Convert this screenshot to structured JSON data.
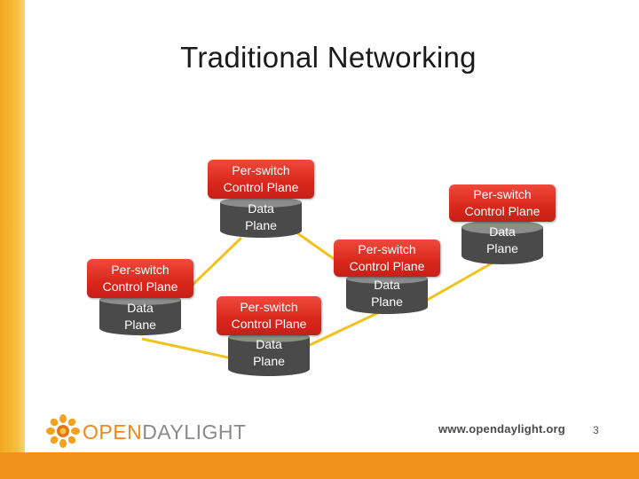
{
  "slide": {
    "title": "Traditional Networking",
    "page_number": "3",
    "website": "www.opendaylight.org",
    "logo": {
      "part1": "OPEN",
      "part2": "DAYLIGHT"
    }
  },
  "colors": {
    "accent_orange": "#f0921c",
    "side_bar_yellow": "#f6c040",
    "control_plane_red": "#d9271c",
    "data_plane_gray": "#4a4a4a",
    "link_yellow": "#f2c21c"
  },
  "nodes": [
    {
      "id": "n1",
      "control_label_1": "Per-switch",
      "control_label_2": "Control Plane",
      "data_label_1": "Data",
      "data_label_2": "Plane"
    },
    {
      "id": "n2",
      "control_label_1": "Per-switch",
      "control_label_2": "Control Plane",
      "data_label_1": "Data",
      "data_label_2": "Plane"
    },
    {
      "id": "n3",
      "control_label_1": "Per-switch",
      "control_label_2": "Control Plane",
      "data_label_1": "Data",
      "data_label_2": "Plane"
    },
    {
      "id": "n4",
      "control_label_1": "Per-switch",
      "control_label_2": "Control Plane",
      "data_label_1": "Data",
      "data_label_2": "Plane"
    },
    {
      "id": "n5",
      "control_label_1": "Per-switch",
      "control_label_2": "Control Plane",
      "data_label_1": "Data",
      "data_label_2": "Plane"
    }
  ],
  "links": [
    {
      "from": "n1",
      "to": "n2"
    },
    {
      "from": "n1",
      "to": "n3"
    },
    {
      "from": "n3",
      "to": "n4"
    },
    {
      "from": "n4",
      "to": "n5"
    },
    {
      "from": "n1",
      "to": "n5"
    }
  ]
}
